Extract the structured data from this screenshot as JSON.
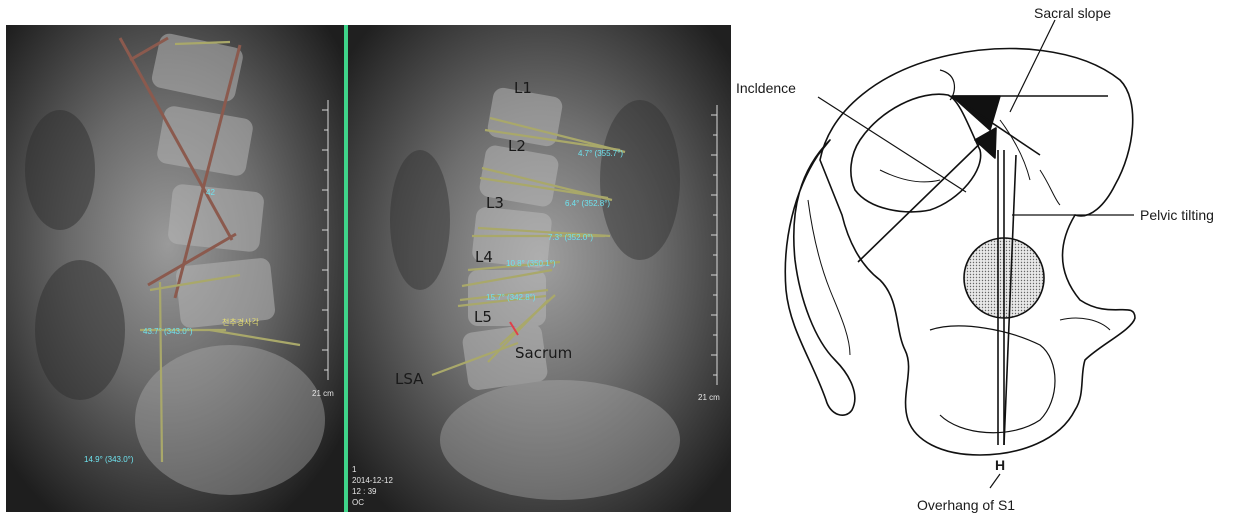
{
  "xray_left": {
    "cyan_labels": [
      "42",
      "43.7° (343.0°)",
      "14.9° (343.0°)"
    ],
    "yellow_label": "천추경사각",
    "scale_label": "21 cm"
  },
  "xray_right": {
    "vertebrae": [
      "L1",
      "L2",
      "L3",
      "L4",
      "L5"
    ],
    "cyan_labels": [
      "4.7° (355.7°)",
      "6.4° (352.8°)",
      "7.3° (352.0°)",
      "10.8° (350.1°)",
      "15.7° (342.8°)"
    ],
    "lsa_label": "LSA",
    "sacrum_label": "Sacrum",
    "scale_label": "21 cm",
    "info_lines": [
      "1",
      "2014-12-12",
      "12 : 39",
      "OC"
    ]
  },
  "pelvis": {
    "sacral_slope_label": "Sacral slope",
    "incidence_label": "Incldence",
    "pelvic_tilting_label": "Pelvic tilting",
    "overhang_label": "Overhang of S1",
    "h_label": "H"
  }
}
